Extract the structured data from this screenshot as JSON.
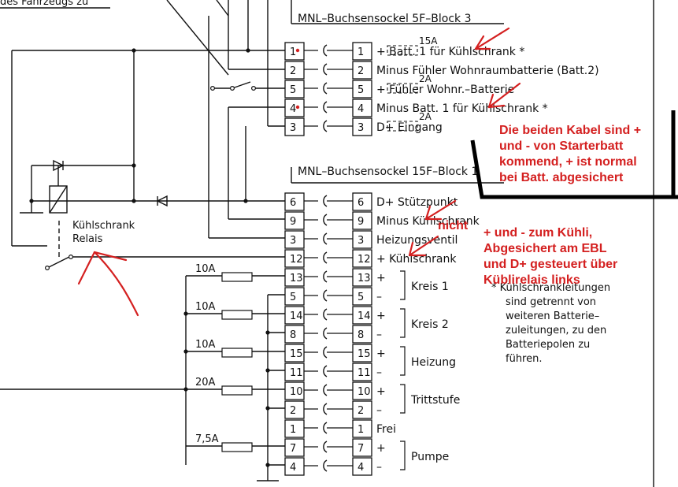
{
  "header_fragment": "des Fahrzeugs zu",
  "block_top": {
    "title": "MNL–Buchsensockel 5F–Block 3",
    "rows": [
      {
        "left": "1",
        "right": "1",
        "text": "+ Batt. 1 für Kühlschrank *",
        "fuse": "15A"
      },
      {
        "left": "2",
        "right": "2",
        "text": "Minus Fühler Wohnraumbatterie (Batt.2)",
        "fuse": ""
      },
      {
        "left": "5",
        "right": "5",
        "text": "+ Fühler Wohnr.–Batterie",
        "fuse": "2A"
      },
      {
        "left": "4",
        "right": "4",
        "text": "Minus Batt. 1 für Kühlschrank *",
        "fuse": ""
      },
      {
        "left": "3",
        "right": "3",
        "text": "D+ Eingang",
        "fuse": "2A"
      }
    ]
  },
  "block_bottom": {
    "title": "MNL–Buchsensockel 15F–Block 1",
    "rows": [
      {
        "left": "6",
        "right": "6",
        "text": "D+ Stützpunkt",
        "fuse": ""
      },
      {
        "left": "9",
        "right": "9",
        "text": "Minus Kühlschrank",
        "fuse": ""
      },
      {
        "left": "3",
        "right": "3",
        "text": "Heizungsventil",
        "fuse": ""
      },
      {
        "left": "12",
        "right": "12",
        "text": "+ Kühlschrank",
        "fuse": ""
      },
      {
        "left": "13",
        "right": "13",
        "text": "+",
        "fuse": "10A"
      },
      {
        "left": "5",
        "right": "5",
        "text": "–",
        "fuse": ""
      },
      {
        "left": "14",
        "right": "14",
        "text": "+",
        "fuse": "10A"
      },
      {
        "left": "8",
        "right": "8",
        "text": "–",
        "fuse": ""
      },
      {
        "left": "15",
        "right": "15",
        "text": "+",
        "fuse": "10A"
      },
      {
        "left": "11",
        "right": "11",
        "text": "–",
        "fuse": ""
      },
      {
        "left": "10",
        "right": "10",
        "text": "+",
        "fuse": "20A"
      },
      {
        "left": "2",
        "right": "2",
        "text": "–",
        "fuse": ""
      },
      {
        "left": "1",
        "right": "1",
        "text": "Frei",
        "fuse": ""
      },
      {
        "left": "7",
        "right": "7",
        "text": "+",
        "fuse": "7,5A"
      },
      {
        "left": "4",
        "right": "4",
        "text": "–",
        "fuse": ""
      }
    ]
  },
  "circuits": [
    "Kreis 1",
    "Kreis 2",
    "Heizung",
    "Trittstufe",
    "Pumpe"
  ],
  "relay_label": [
    "Kühlschrank",
    "Relais"
  ],
  "footnote": [
    "* Kühlschrankleitungen",
    "sind getrennt von",
    "weiteren Batterie–",
    "zuleitungen, zu den",
    "Batteriepolen zu",
    "führen."
  ],
  "annotations": {
    "box_text": [
      "Die beiden Kabel sind +",
      "und - von Starterbatt",
      "kommend, + ist normal",
      "bei Batt. abgesichert"
    ],
    "nicht": "nicht",
    "kuehli_text": [
      "+ und - zum Kühli,",
      "Abgesichert am EBL",
      "und D+ gesteuert über",
      "Küblirelais links"
    ]
  },
  "colors": {
    "annotation": "#d42020",
    "line": "#111111",
    "box": "#000000"
  }
}
